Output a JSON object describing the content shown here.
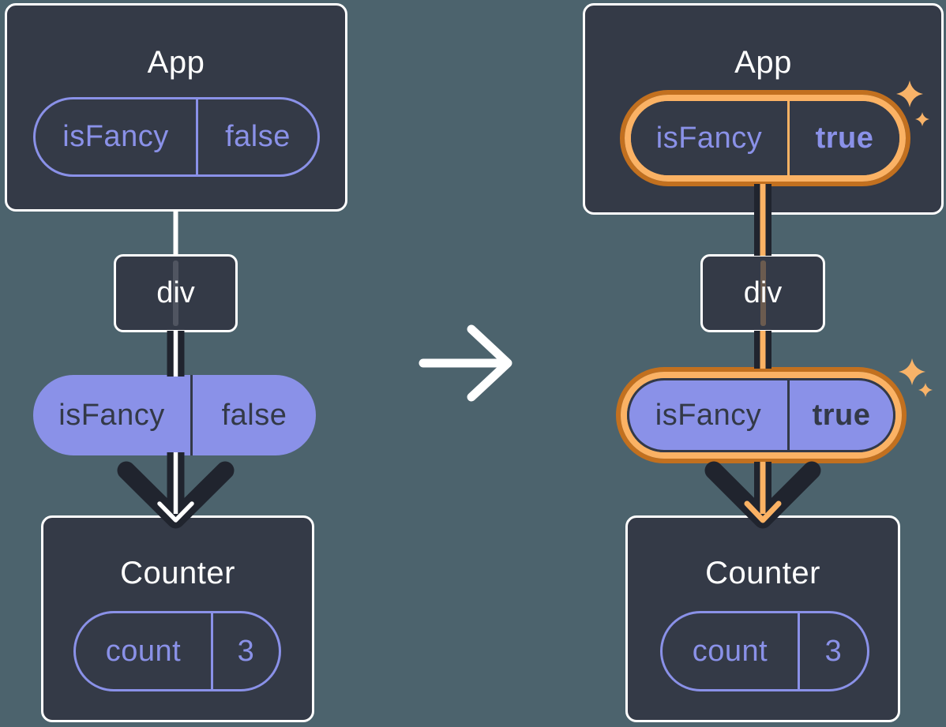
{
  "colors": {
    "page_bg": "#4c636d",
    "card_bg": "#343a47",
    "card_border": "#ffffff",
    "purple": "#8a91e8",
    "ink_dark": "#333947",
    "arrow_dark": "#20242e",
    "orange": "#fbb264",
    "orange_dark": "#c2701f",
    "sparkle": "#f8b369",
    "line_white": "#ffffff"
  },
  "before": {
    "app": {
      "title": "App",
      "state_name": "isFancy",
      "state_value": "false"
    },
    "div_box": {
      "label": "div"
    },
    "prop_pill": {
      "name": "isFancy",
      "value": "false"
    },
    "counter": {
      "title": "Counter",
      "state_name": "count",
      "state_value": "3"
    }
  },
  "after": {
    "app": {
      "title": "App",
      "state_name": "isFancy",
      "state_value": "true"
    },
    "div_box": {
      "label": "div"
    },
    "prop_pill": {
      "name": "isFancy",
      "value": "true"
    },
    "counter": {
      "title": "Counter",
      "state_name": "count",
      "state_value": "3"
    }
  }
}
